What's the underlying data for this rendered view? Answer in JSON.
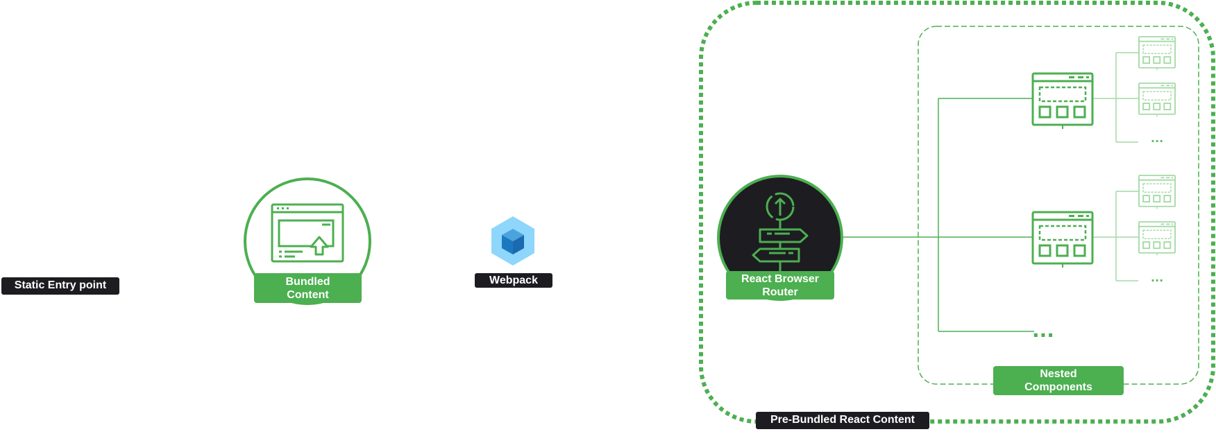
{
  "labels": {
    "static_entry": "Static Entry point",
    "bundled_line1": "Bundled",
    "bundled_line2": "Content",
    "webpack": "Webpack",
    "router_line1": "React Browser",
    "router_line2": "Router",
    "nested_line1": "Nested",
    "nested_line2": "Components",
    "prebundled": "Pre-Bundled React Content"
  },
  "ellipses": {
    "top_leaf": "...",
    "middle_leaf": "...",
    "bottom_branch": "..."
  },
  "colors": {
    "green": "#4caf50",
    "light_green": "#a3d9a5",
    "dark": "#1d1d21",
    "webpack_light": "#8ed6fb",
    "webpack_dark": "#1c78c0"
  },
  "icons": [
    "browser-upload-icon",
    "webpack-logo-icon",
    "signpost-icon",
    "app-window-icon"
  ]
}
